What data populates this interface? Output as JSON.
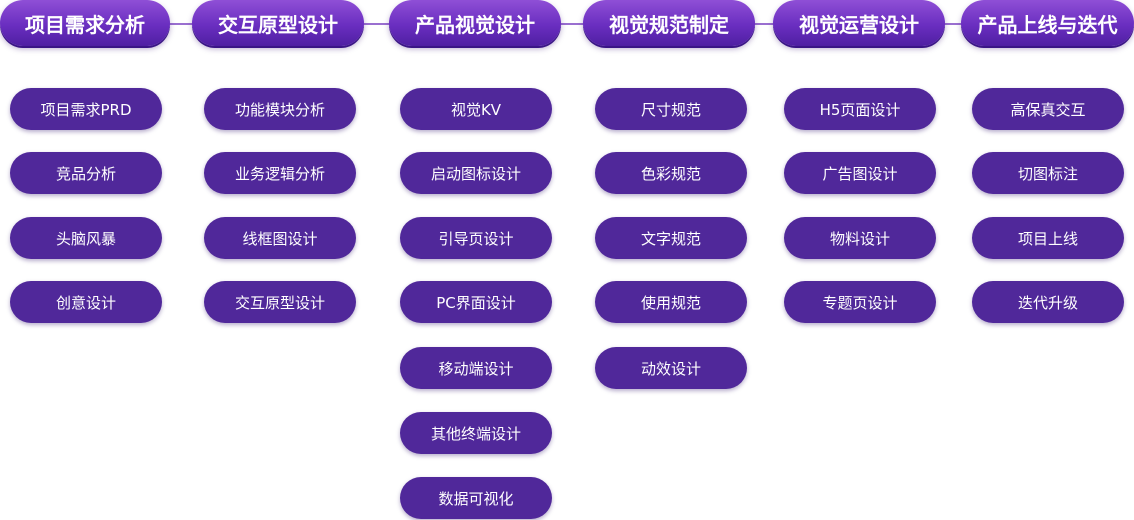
{
  "columns": [
    {
      "title": "项目需求分析",
      "items": [
        "项目需求PRD",
        "竞品分析",
        "头脑风暴",
        "创意设计"
      ]
    },
    {
      "title": "交互原型设计",
      "items": [
        "功能模块分析",
        "业务逻辑分析",
        "线框图设计",
        "交互原型设计"
      ]
    },
    {
      "title": "产品视觉设计",
      "items": [
        "视觉KV",
        "启动图标设计",
        "引导页设计",
        "PC界面设计",
        "移动端设计",
        "其他终端设计",
        "数据可视化"
      ]
    },
    {
      "title": "视觉规范制定",
      "items": [
        "尺寸规范",
        "色彩规范",
        "文字规范",
        "使用规范",
        "动效设计"
      ]
    },
    {
      "title": "视觉运营设计",
      "items": [
        "H5页面设计",
        "广告图设计",
        "物料设计",
        "专题页设计"
      ]
    },
    {
      "title": "产品上线与迭代",
      "items": [
        "高保真交互",
        "切图标注",
        "项目上线",
        "迭代升级"
      ]
    }
  ],
  "colors": {
    "header_gradient_top": "#8f4fd6",
    "header_gradient_bottom": "#4f1fa2",
    "item_fill": "#50289a",
    "connector": "#9a6fd0",
    "text": "#ffffff"
  }
}
